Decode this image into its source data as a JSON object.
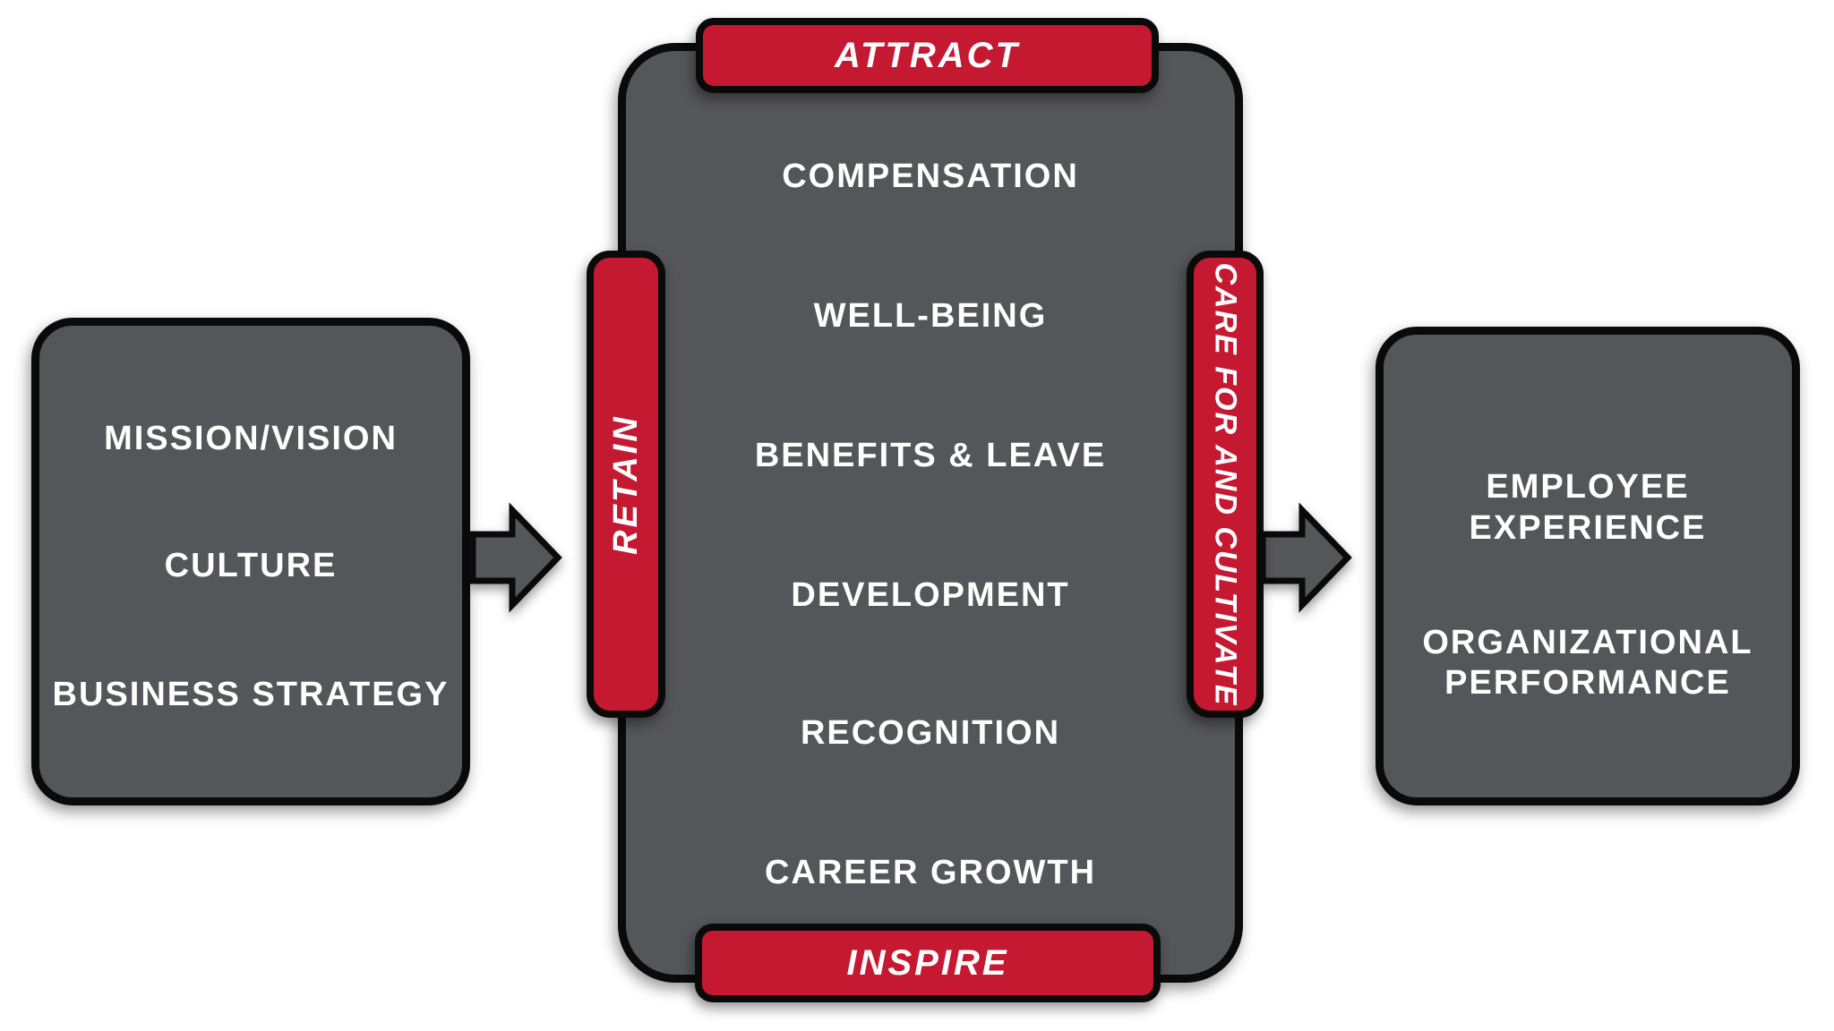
{
  "diagram": {
    "left_box": {
      "items": [
        "MISSION/VISION",
        "CULTURE",
        "BUSINESS STRATEGY"
      ]
    },
    "center_box": {
      "items": [
        "COMPENSATION",
        "WELL-BEING",
        "BENEFITS & LEAVE",
        "DEVELOPMENT",
        "RECOGNITION",
        "CAREER GROWTH"
      ]
    },
    "banners": {
      "top": "ATTRACT",
      "bottom": "INSPIRE",
      "left": "RETAIN",
      "right": "CARE FOR AND CULTIVATE"
    },
    "right_box": {
      "items": [
        "EMPLOYEE EXPERIENCE",
        "ORGANIZATIONAL PERFORMANCE"
      ]
    },
    "colors": {
      "box_fill": "#54565A",
      "banner_fill": "#C41931",
      "outline": "#000000",
      "text": "#FFFFFF",
      "background": "#FFFFFF"
    }
  }
}
